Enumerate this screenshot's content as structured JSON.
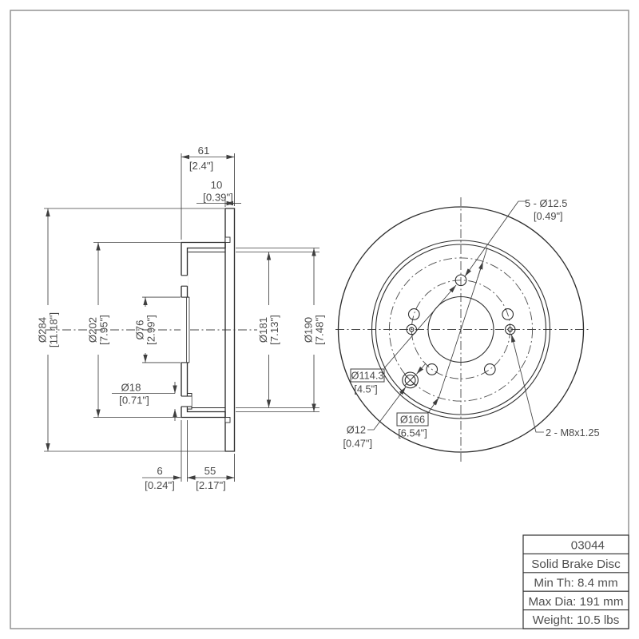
{
  "colors": {
    "ink": "#2e2e2e",
    "thin_line": "#3f3f3f",
    "text": "#4a4a4a",
    "frame": "#8c8c8c",
    "paper": "#ffffff"
  },
  "side_view": {
    "dims": {
      "overall_width_mm": "61",
      "overall_width_in": "[2.4\"]",
      "plate_thickness_mm": "10",
      "plate_thickness_in": "[0.39\"]",
      "outer_dia_mm": "Ø284",
      "outer_dia_in": "[11.18\"]",
      "hat_dia_mm": "Ø202",
      "hat_dia_in": "[7.95\"]",
      "bore_dia_mm": "Ø76",
      "bore_dia_in": "[2.99\"]",
      "hole18_mm": "Ø18",
      "hole18_in": "[0.71\"]",
      "dia181_mm": "Ø181",
      "dia181_in": "[7.13\"]",
      "dia190_mm": "Ø190",
      "dia190_in": "[7.48\"]",
      "face_thickness_mm": "6",
      "face_thickness_in": "[0.24\"]",
      "hat_depth_mm": "55",
      "hat_depth_in": "[2.17\"]"
    }
  },
  "front_view": {
    "labels": {
      "bolt_holes_mm": "5 - Ø12.5",
      "bolt_holes_in": "[0.49\"]",
      "bolt_circle_mm": "Ø114.3",
      "bolt_circle_in": "[4.5\"]",
      "circle166_mm": "Ø166",
      "circle166_in": "[6.54\"]",
      "hole12_mm": "Ø12",
      "hole12_in": "[0.47\"]",
      "thread": "2 - M8x1.25"
    }
  },
  "title_block": {
    "rows": [
      "03044",
      "Solid Brake Disc",
      "Min Th: 8.4 mm",
      "Max Dia: 191 mm",
      "Weight: 10.5 lbs"
    ]
  }
}
